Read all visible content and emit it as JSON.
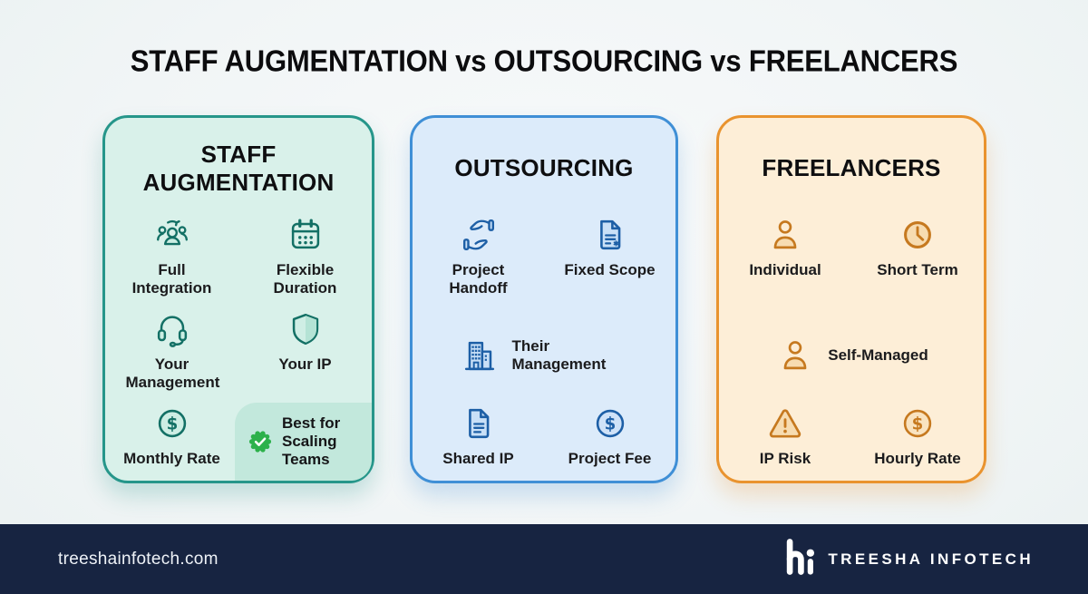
{
  "page": {
    "title": "STAFF AUGMENTATION vs OUTSOURCING vs FREELANCERS"
  },
  "icons": {
    "dollar_symbol": "$"
  },
  "colors": {
    "page_background": "#f1f5f6",
    "footer_background": "#172441",
    "badge_green": "#2db14b",
    "teal_accent": "#26968a",
    "teal_card_background": "#d9f1ea",
    "blue_accent": "#3f8fd6",
    "blue_card_background": "#dcebfa",
    "orange_accent": "#e9932e",
    "orange_card_background": "#fdeed7",
    "text": "#1b1b1d"
  },
  "cards": [
    {
      "title": "STAFF AUGMENTATION",
      "features": [
        {
          "icon": "team-icon",
          "label": "Full Integration"
        },
        {
          "icon": "calendar-icon",
          "label": "Flexible Duration"
        },
        {
          "icon": "headset-icon",
          "label": "Your Management"
        },
        {
          "icon": "shield-icon",
          "label": "Your IP"
        },
        {
          "icon": "dollar-circle-icon",
          "label": "Monthly Rate"
        }
      ],
      "badge": {
        "icon": "verified-badge-icon",
        "label": "Best for Scaling Teams"
      }
    },
    {
      "title": "OUTSOURCING",
      "features": [
        {
          "icon": "handoff-icon",
          "label": "Project Handoff"
        },
        {
          "icon": "contract-document-icon",
          "label": "Fixed Scope"
        },
        {
          "icon": "building-icon",
          "label": "Their Management"
        },
        {
          "icon": "document-icon",
          "label": "Shared IP"
        },
        {
          "icon": "dollar-circle-icon",
          "label": "Project Fee"
        }
      ]
    },
    {
      "title": "FREELANCERS",
      "features": [
        {
          "icon": "person-icon",
          "label": "Individual"
        },
        {
          "icon": "clock-icon",
          "label": "Short Term"
        },
        {
          "icon": "person-icon",
          "label": "Self-Managed"
        },
        {
          "icon": "warning-triangle-icon",
          "label": "IP Risk"
        },
        {
          "icon": "dollar-circle-icon",
          "label": "Hourly Rate"
        }
      ]
    }
  ],
  "footer": {
    "website": "treeshainfotech.com",
    "brand": "TREESHA INFOTECH"
  }
}
